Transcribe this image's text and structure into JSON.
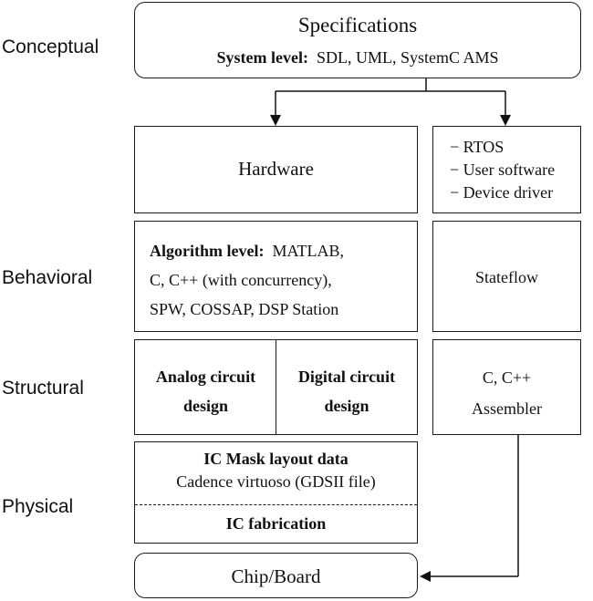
{
  "levels": {
    "conceptual": "Conceptual",
    "behavioral": "Behavioral",
    "structural": "Structural",
    "physical": "Physical"
  },
  "spec": {
    "title": "Specifications",
    "system_label": "System level:",
    "system_tools": "SDL, UML, SystemC AMS"
  },
  "hardware": {
    "title": "Hardware"
  },
  "software": {
    "items": [
      "− RTOS",
      "− User software",
      "− Device driver"
    ]
  },
  "algorithm": {
    "label": "Algorithm level:",
    "line1_tools": "MATLAB,",
    "line2": "C, C++ (with concurrency),",
    "line3": "SPW, COSSAP, DSP Station"
  },
  "stateflow": {
    "title": "Stateflow"
  },
  "analog": {
    "line1": "Analog circuit",
    "line2": "design"
  },
  "digital": {
    "line1": "Digital circuit",
    "line2": "design"
  },
  "code": {
    "line1": "C, C++",
    "line2": "Assembler"
  },
  "mask": {
    "title": "IC Mask layout data",
    "subtitle": "Cadence virtuoso (GDSII file)",
    "fabrication": "IC fabrication"
  },
  "chip": {
    "title": "Chip/Board"
  }
}
